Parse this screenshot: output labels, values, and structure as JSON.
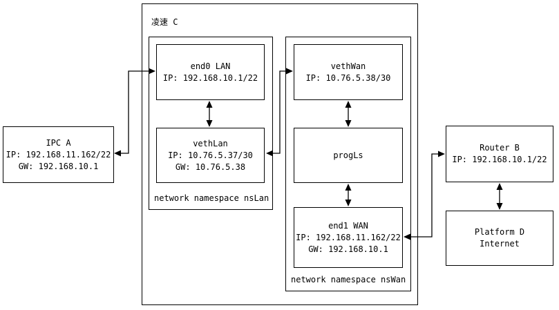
{
  "diagram": {
    "host": {
      "label": "凌速 C"
    },
    "namespaces": {
      "nslan": {
        "label": "network namespace nsLan"
      },
      "nswan": {
        "label": "network namespace nsWan"
      }
    },
    "nodes": {
      "ipc_a": {
        "lines": [
          "IPC A",
          "IP: 192.168.11.162/22",
          "GW: 192.168.10.1"
        ]
      },
      "end0_lan": {
        "lines": [
          "end0 LAN",
          "IP: 192.168.10.1/22"
        ]
      },
      "vethlan": {
        "lines": [
          "vethLan",
          "IP: 10.76.5.37/30",
          "GW: 10.76.5.38"
        ]
      },
      "vethwan": {
        "lines": [
          "vethWan",
          "IP: 10.76.5.38/30"
        ]
      },
      "progls": {
        "lines": [
          "progLs"
        ]
      },
      "end1_wan": {
        "lines": [
          "end1 WAN",
          "IP: 192.168.11.162/22",
          "GW: 192.168.10.1"
        ]
      },
      "router_b": {
        "lines": [
          "Router B",
          "IP: 192.168.10.1/22"
        ]
      },
      "platform_d": {
        "lines": [
          "Platform D",
          "Internet"
        ]
      }
    },
    "connections": [
      "IPC A <-> end0 LAN",
      "end0 LAN <-> vethLan",
      "vethLan <-> vethWan",
      "vethWan <-> progLs",
      "progLs <-> end1 WAN",
      "end1 WAN <-> Router B",
      "Router B <-> Platform D"
    ],
    "colors": {
      "line": "#000000",
      "background": "#ffffff",
      "text": "#000000"
    }
  }
}
